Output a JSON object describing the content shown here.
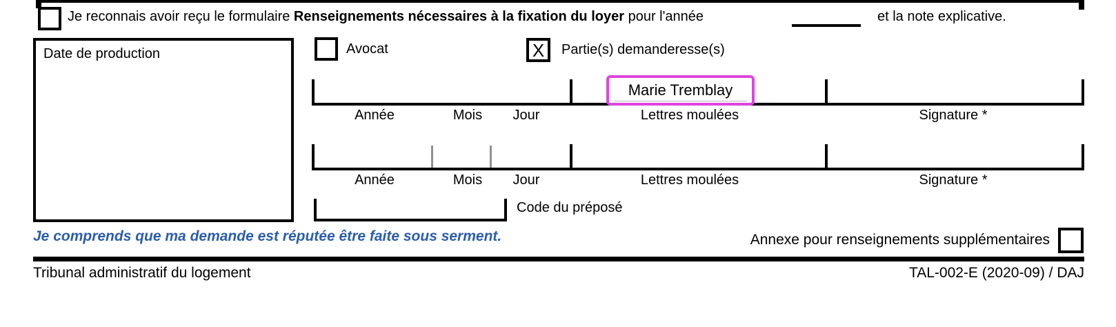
{
  "acknowledgement": {
    "text_before": "Je reconnais avoir reçu le formulaire ",
    "form_title": "Renseignements nécessaires à la fixation du loyer",
    "text_middle": " pour l'année",
    "year_value": "",
    "text_after": "et la note explicative."
  },
  "date_production": {
    "label": "Date de production",
    "value": ""
  },
  "representative": {
    "avocat_label": "Avocat",
    "avocat_checked": false,
    "partie_label": "Partie(s) demanderesse(s)",
    "partie_checked": true,
    "partie_check_glyph": "X"
  },
  "signature_rows": [
    {
      "annee": "Année",
      "mois": "Mois",
      "jour": "Jour",
      "lettres": "Lettres moulées",
      "signature": "Signature *",
      "lettres_value": "Marie Tremblay",
      "highlighted": true
    },
    {
      "annee": "Année",
      "mois": "Mois",
      "jour": "Jour",
      "lettres": "Lettres moulées",
      "signature": "Signature *",
      "lettres_value": "",
      "highlighted": false
    }
  ],
  "code_prepose": {
    "label": "Code du préposé",
    "value": ""
  },
  "oath_statement": "Je comprends que ma demande est réputée être faite sous serment.",
  "annexe": {
    "label": "Annexe pour renseignements supplémentaires",
    "checked": false
  },
  "footer": {
    "org_name": "Tribunal administratif du logement",
    "form_code": "TAL-002-E (2020-09) / DAJ"
  },
  "colors": {
    "highlight_magenta": "#dd45dd",
    "oath_blue": "#2b5dab"
  }
}
